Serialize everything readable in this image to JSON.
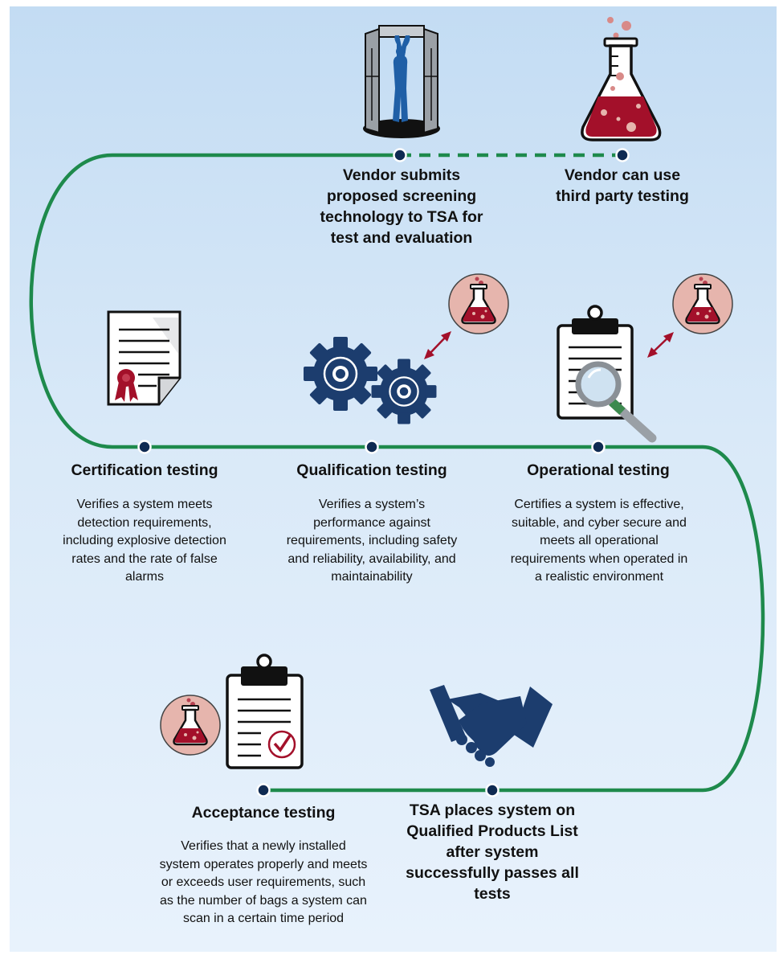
{
  "steps": {
    "vendor_submits": "Vendor submits proposed screening technology to TSA for test and evaluation",
    "third_party": "Vendor can use third party testing",
    "certification": {
      "title": "Certification testing",
      "description": "Verifies a system meets detection requirements, including explosive detection rates and the rate of false alarms"
    },
    "qualification": {
      "title": "Qualification testing",
      "description": "Verifies a system’s performance against requirements, including safety and reliability, availability, and maintainability"
    },
    "operational": {
      "title": "Operational testing",
      "description": "Certifies a system is effective, suitable, and cyber secure and meets all operational requirements when operated in a realistic environment"
    },
    "acceptance": {
      "title": "Acceptance testing",
      "description": "Verifies that a newly installed system operates properly and meets or exceeds user requirements, such as the number of bags a system can scan in a certain time period"
    },
    "qpl": "TSA places system on Qualified Products List after system successfully passes all tests"
  },
  "icons": [
    "body-scanner-icon",
    "flask-icon",
    "certificate-icon",
    "gears-icon",
    "clipboard-magnifier-icon",
    "clipboard-check-icon",
    "handshake-icon"
  ],
  "colors": {
    "path_green": "#1e8a4c",
    "node_navy": "#0f2a52",
    "icon_navy": "#1c3d6e",
    "flask_red": "#a3102a",
    "flask_bg": "#e6b5ad",
    "arrow_red": "#a3102a"
  }
}
